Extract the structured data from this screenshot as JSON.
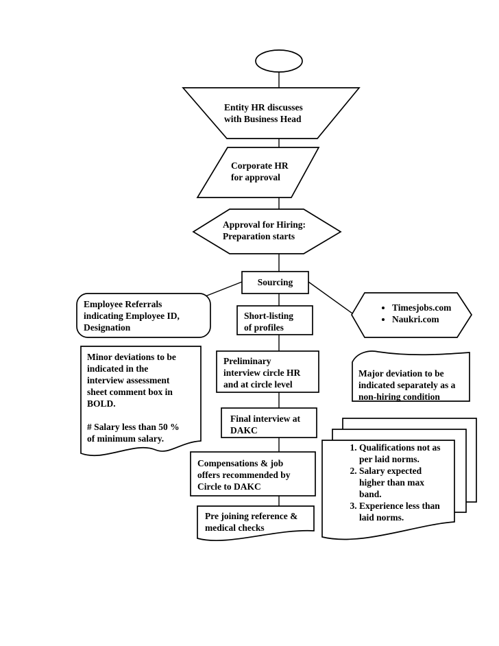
{
  "colors": {
    "line": "#000000",
    "background": "#ffffff",
    "text": "#000000"
  },
  "nodes": {
    "entity_hr": {
      "label": "Entity HR discusses\nwith Business Head"
    },
    "corporate_hr": {
      "label": "Corporate HR\nfor approval"
    },
    "approval_hiring": {
      "label": "Approval for Hiring:\nPreparation starts"
    },
    "sourcing": {
      "label": "Sourcing"
    },
    "employee_referrals": {
      "label": "Employee Referrals\nindicating Employee ID,\nDesignation"
    },
    "short_listing": {
      "label": "Short-listing\nof profiles"
    },
    "job_portals": {
      "items": [
        "Timesjobs.com",
        "Naukri.com"
      ]
    },
    "minor_deviations": {
      "label": "Minor deviations to be\nindicated in the\ninterview assessment\nsheet comment box in\nBOLD.\n\n# Salary less than 50 %\nof minimum salary."
    },
    "preliminary_interview": {
      "label": "Preliminary\ninterview circle HR\nand at circle level"
    },
    "major_deviation": {
      "label": "Major deviation to be\nindicated separately as a\nnon-hiring condition"
    },
    "final_interview": {
      "label": "Final interview at\nDAKC"
    },
    "compensation_offers": {
      "label": "Compensations & job\noffers recommended by\nCircle to DAKC"
    },
    "rejection_criteria": {
      "items": [
        "Qualifications not as\nper laid norms.",
        "Salary expected\nhigher than max\nband.",
        "Experience less than\nlaid norms."
      ]
    },
    "pre_joining": {
      "label": "Pre joining reference &\nmedical checks"
    }
  }
}
